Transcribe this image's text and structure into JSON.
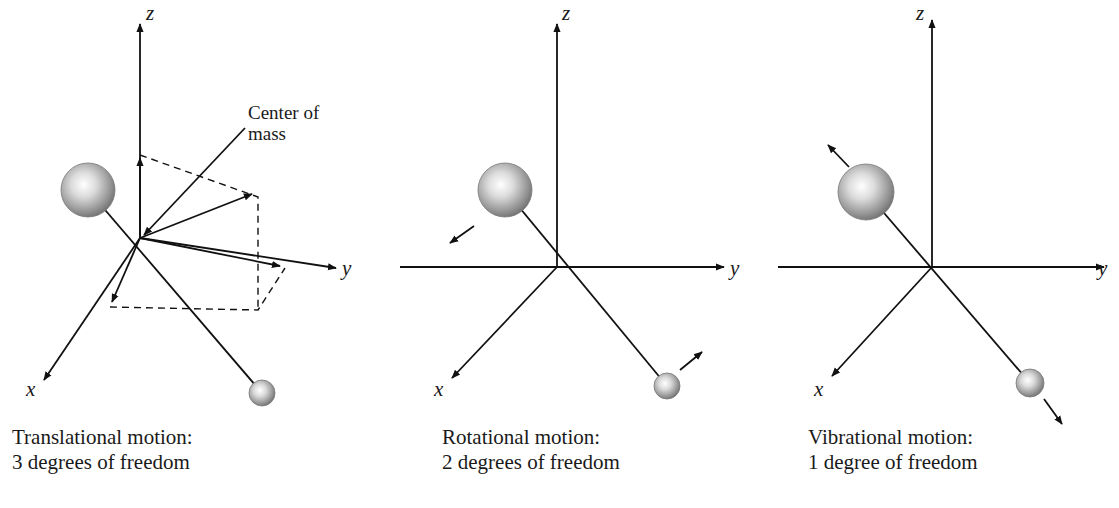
{
  "diagram": {
    "labels": [
      "z",
      "y",
      "x",
      "Center of mass",
      "Translational motion: 3 degrees of freedom",
      "z",
      "y",
      "x",
      "Rotational motion: 2 degrees of freedom",
      "z",
      "y",
      "x",
      "Vibrational motion: 1 degree of freedom"
    ]
  }
}
